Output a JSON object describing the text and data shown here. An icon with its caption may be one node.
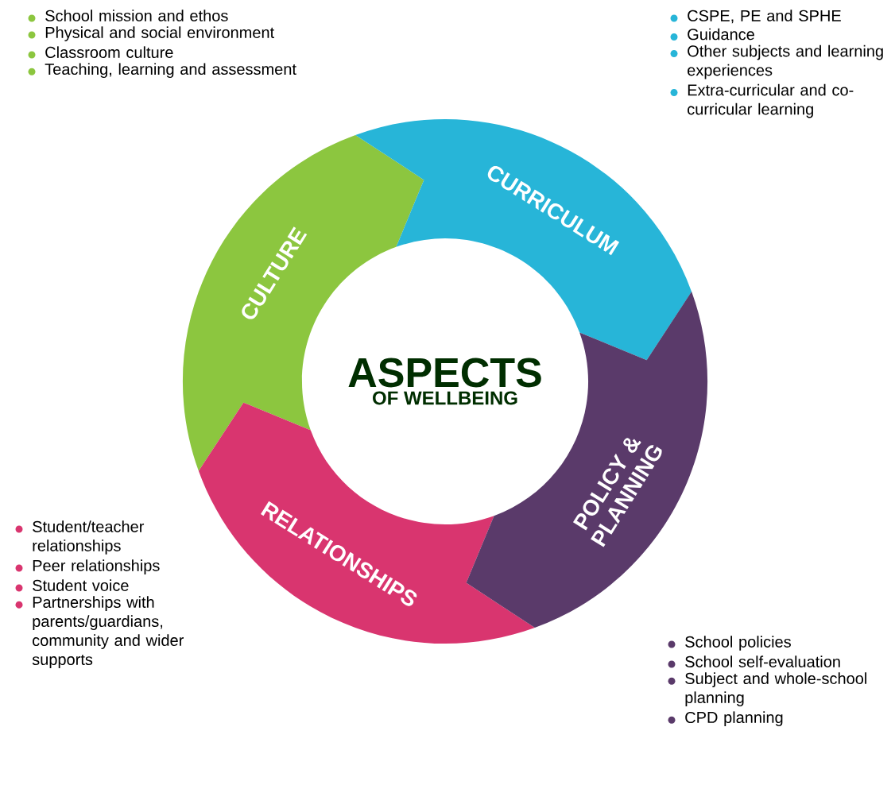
{
  "diagram": {
    "nodes": [
      {
        "text": [
          "CULTURE"
        ],
        "beside": [
          "School mission and ethos",
          "Physical and social environment",
          "Classroom culture",
          "Teaching, learning and assessment"
        ]
      },
      {
        "text": [
          "CURRICULUM"
        ],
        "beside": [
          "CSPE, PE and SPHE",
          "Guidance",
          "Other subjects and learning experiences",
          "Extra-curricular and co-curricular learning"
        ]
      },
      {
        "text": [
          "ASPECTS",
          "OF WELLBEING"
        ]
      },
      {
        "text": [
          "RELATIONSHIPS"
        ],
        "beside": [
          "Student/teacher relationships",
          "Peer relationships",
          "Student voice",
          "Partnerships with parents/guardians, community and wider supports"
        ]
      },
      {
        "text": [
          "POLICY & PLANNING"
        ],
        "beside": [
          "School policies",
          "School self-evaluation",
          "Subject and whole-school planning",
          "CPD planning"
        ]
      }
    ]
  }
}
